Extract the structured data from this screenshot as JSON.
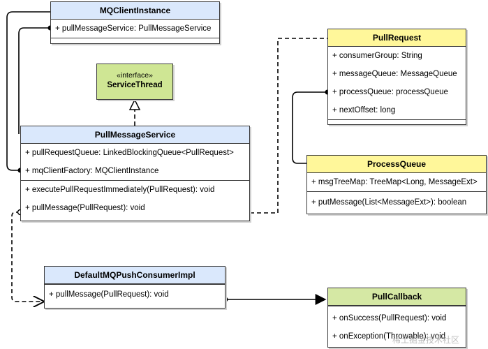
{
  "diagram": {
    "mq_client_instance": {
      "name": "MQClientInstance",
      "attributes": [
        "+ pullMessageService: PullMessageService"
      ]
    },
    "service_thread": {
      "stereotype": "«interface»",
      "name": "ServiceThread"
    },
    "pull_message_service": {
      "name": "PullMessageService",
      "attributes": [
        "+ pullRequestQueue: LinkedBlockingQueue<PullRequest>",
        "+ mqClientFactory: MQClientInstance"
      ],
      "methods": [
        "+ executePullRequestImmediately(PullRequest): void",
        "+ pullMessage(PullRequest): void"
      ]
    },
    "pull_request": {
      "name": "PullRequest",
      "attributes": [
        "+ consumerGroup: String",
        "+ messageQueue: MessageQueue",
        "+ processQueue: processQueue",
        "+ nextOffset: long"
      ]
    },
    "process_queue": {
      "name": "ProcessQueue",
      "attributes": [
        "+ msgTreeMap: TreeMap<Long, MessageExt>"
      ],
      "methods": [
        "+ putMessage(List<MessageExt>): boolean"
      ]
    },
    "default_mq_push_consumer_impl": {
      "name": "DefaultMQPushConsumerImpl",
      "methods": [
        "+ pullMessage(PullRequest): void"
      ]
    },
    "pull_callback": {
      "name": "PullCallback",
      "methods": [
        "+ onSuccess(PullRequest): void",
        "+ onException(Throwable): void"
      ]
    },
    "watermark": "稀土掘金技术社区"
  },
  "colors": {
    "class_header_blue": "#dae8fc",
    "class_header_yellow": "#fff79a",
    "class_header_green": "#d5e8a4",
    "interface_fill": "#cfe694",
    "border": "#3a3a3a"
  }
}
